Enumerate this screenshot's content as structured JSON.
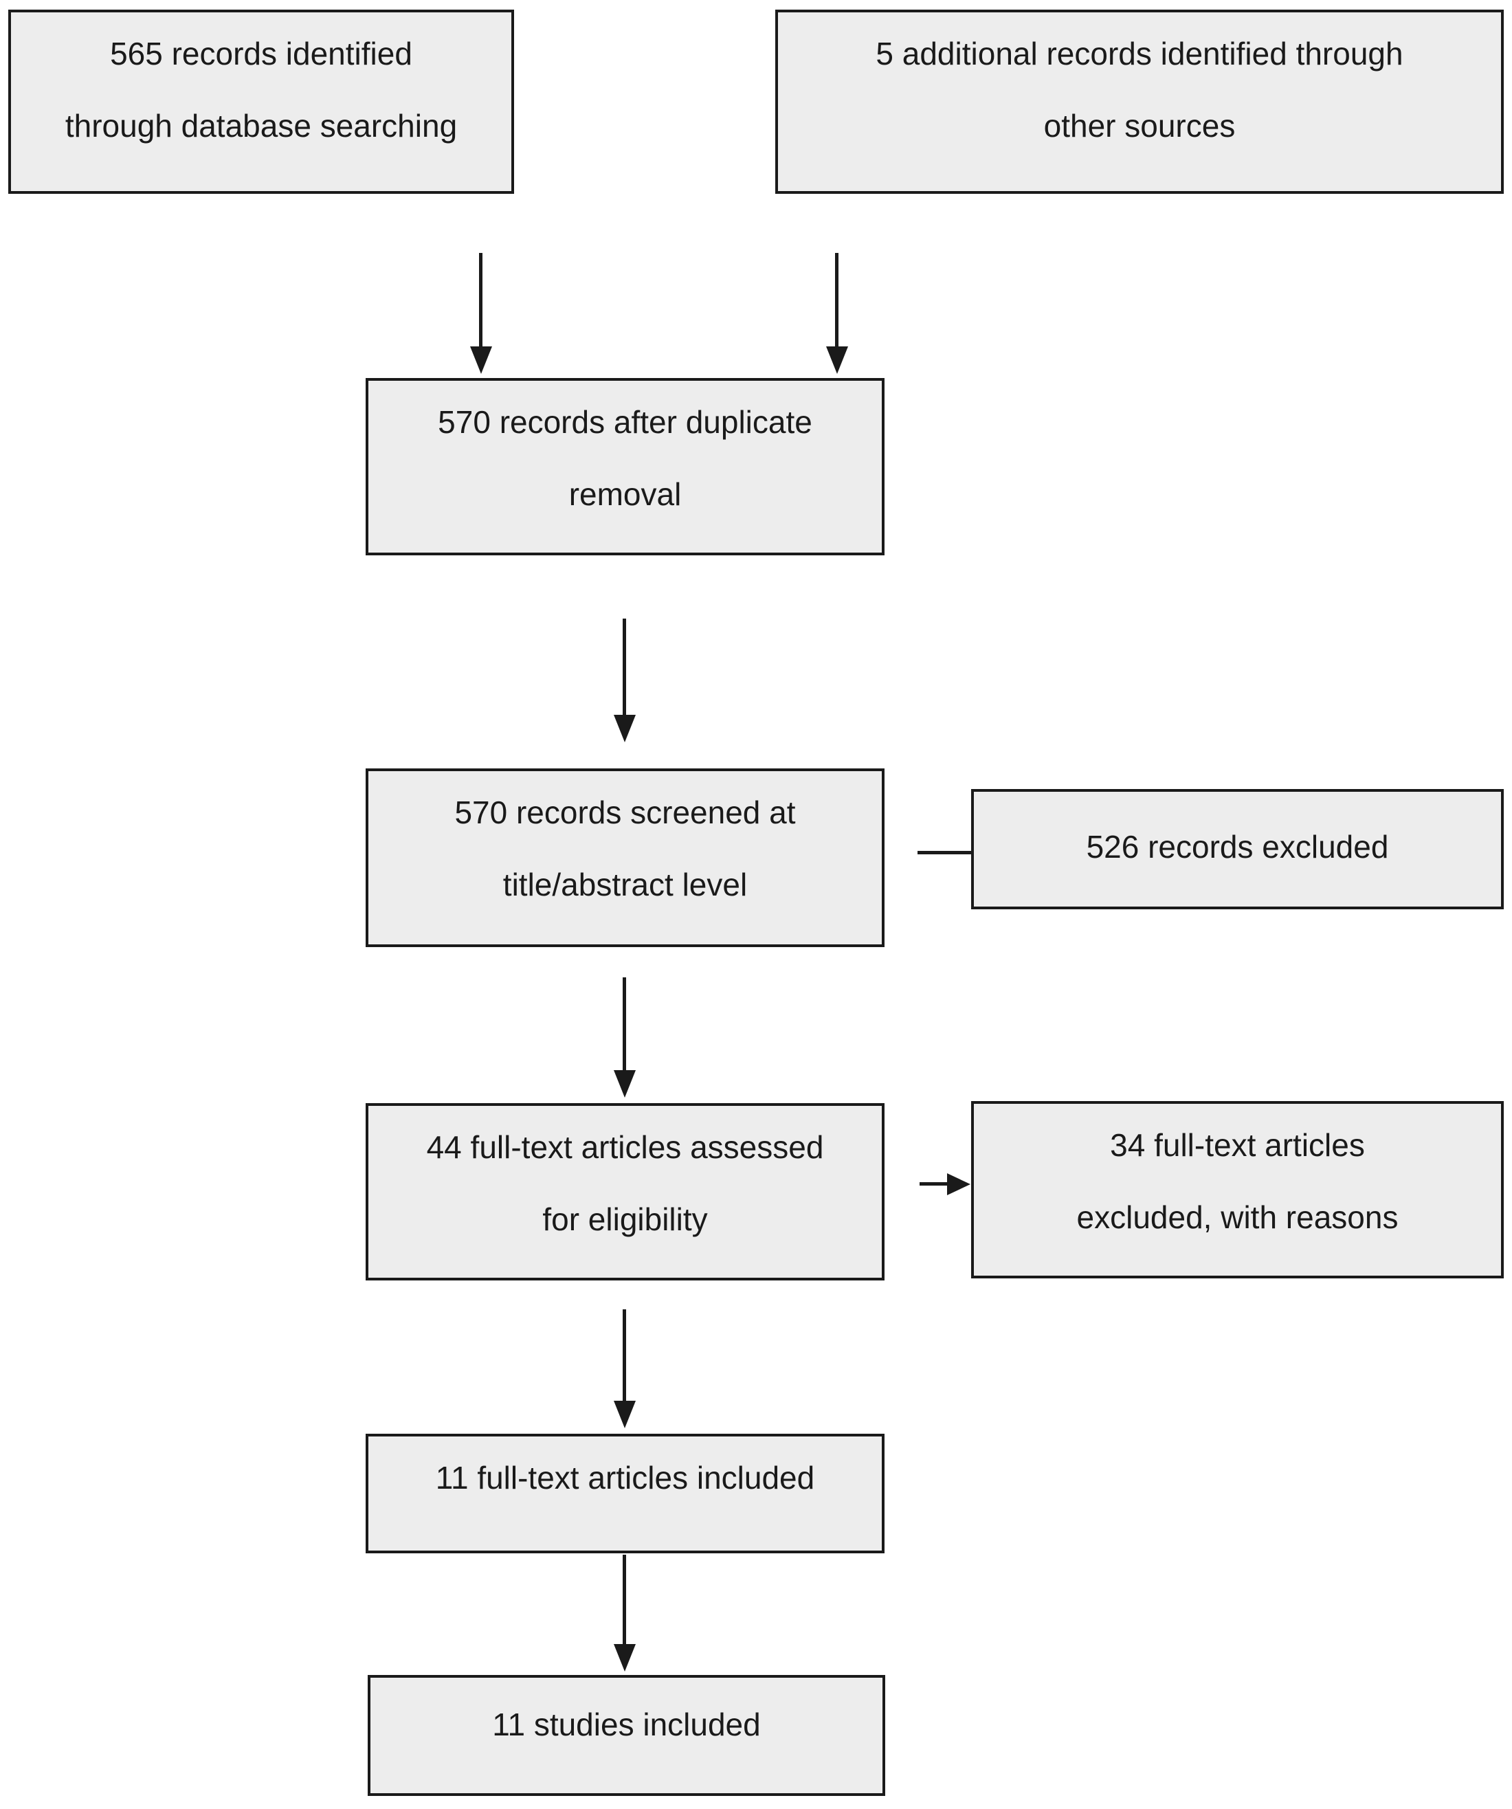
{
  "diagram": {
    "type": "prisma-flow-diagram",
    "colors": {
      "background": "#ffffff",
      "box_fill": "#ededed",
      "box_border": "#1a1a1a",
      "text": "#1a1a1a",
      "arrow": "#1a1a1a"
    },
    "boxes": {
      "identified_database": {
        "lines": [
          "565 records identified",
          "through database searching"
        ]
      },
      "identified_other": {
        "lines": [
          "5 additional records identified through",
          "other sources"
        ]
      },
      "after_duplicates": {
        "lines": [
          "570 records after duplicate",
          "removal"
        ]
      },
      "screened": {
        "lines": [
          "570 records screened at",
          "title/abstract level"
        ]
      },
      "records_excluded": {
        "lines": [
          "526 records excluded"
        ]
      },
      "fulltext_assessed": {
        "lines": [
          "44 full-text articles assessed",
          "for eligibility"
        ]
      },
      "fulltext_excluded": {
        "lines": [
          "34 full-text articles",
          "excluded, with reasons"
        ]
      },
      "fulltext_included": {
        "lines": [
          "11 full-text articles included"
        ]
      },
      "studies_included": {
        "lines": [
          "11 studies included"
        ]
      }
    },
    "edges": [
      {
        "from": "identified_database",
        "to": "after_duplicates",
        "style": "arrow"
      },
      {
        "from": "identified_other",
        "to": "after_duplicates",
        "style": "arrow"
      },
      {
        "from": "after_duplicates",
        "to": "screened",
        "style": "arrow"
      },
      {
        "from": "screened",
        "to": "records_excluded",
        "style": "line"
      },
      {
        "from": "screened",
        "to": "fulltext_assessed",
        "style": "arrow"
      },
      {
        "from": "fulltext_assessed",
        "to": "fulltext_excluded",
        "style": "arrow"
      },
      {
        "from": "fulltext_assessed",
        "to": "fulltext_included",
        "style": "arrow"
      },
      {
        "from": "fulltext_included",
        "to": "studies_included",
        "style": "arrow"
      }
    ]
  }
}
